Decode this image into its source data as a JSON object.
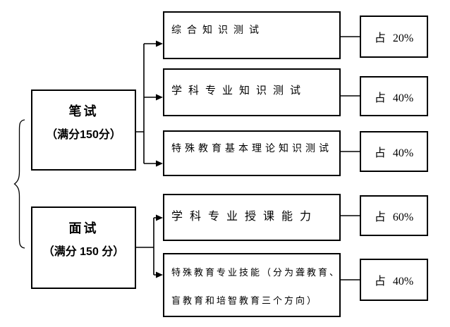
{
  "diagram": {
    "left_nodes": [
      {
        "name": "笔试",
        "score_note": "（满分150分）"
      },
      {
        "name": "面试",
        "score_note": "（满分 150 分）"
      }
    ],
    "items": [
      {
        "lines": [
          "综合知识测试"
        ],
        "weight": "占 20%"
      },
      {
        "lines": [
          "学科专业知识测试"
        ],
        "weight": "占 40%"
      },
      {
        "lines": [
          "特殊教育基本理论知识测试"
        ],
        "weight": "占 40%"
      },
      {
        "lines": [
          "学科专业授课能力"
        ],
        "weight": "占 60%"
      },
      {
        "lines": [
          "特殊教育专业技能（分为聋教育、",
          "盲教育和培智教育三个方向）"
        ],
        "weight": "占 40%"
      }
    ],
    "colors": {
      "line": "#000000",
      "border": "#000000",
      "background": "#ffffff",
      "text": "#000000"
    }
  }
}
